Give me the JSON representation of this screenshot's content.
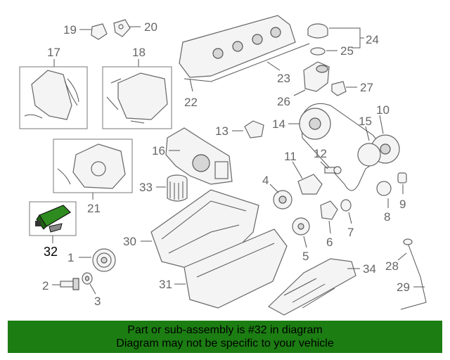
{
  "diagram": {
    "labels": {
      "l2": "2",
      "l3": "3",
      "l4": "4",
      "l5": "5",
      "l6": "6",
      "l7": "7",
      "l8": "8",
      "l9": "9",
      "l10": "10",
      "l11": "11",
      "l12": "12",
      "l13": "13",
      "l14": "14",
      "l15": "15",
      "l16": "16",
      "l17": "17",
      "l18": "18",
      "l19": "19",
      "l20": "20",
      "l21": "21",
      "l22": "22",
      "l23": "23",
      "l24": "24",
      "l25": "25",
      "l26": "26",
      "l27": "27",
      "l28": "28",
      "l29": "29",
      "l30": "30",
      "l31": "31",
      "l32": "32",
      "l33": "33",
      "l34": "34",
      "l1": "1"
    },
    "highlight_part": "32",
    "highlight_color": "#2e8b1f"
  },
  "banner": {
    "line1": "Part or sub-assembly is #32 in diagram",
    "line2": "Diagram may not be specific to your vehicle",
    "background": "#1c7d12"
  }
}
